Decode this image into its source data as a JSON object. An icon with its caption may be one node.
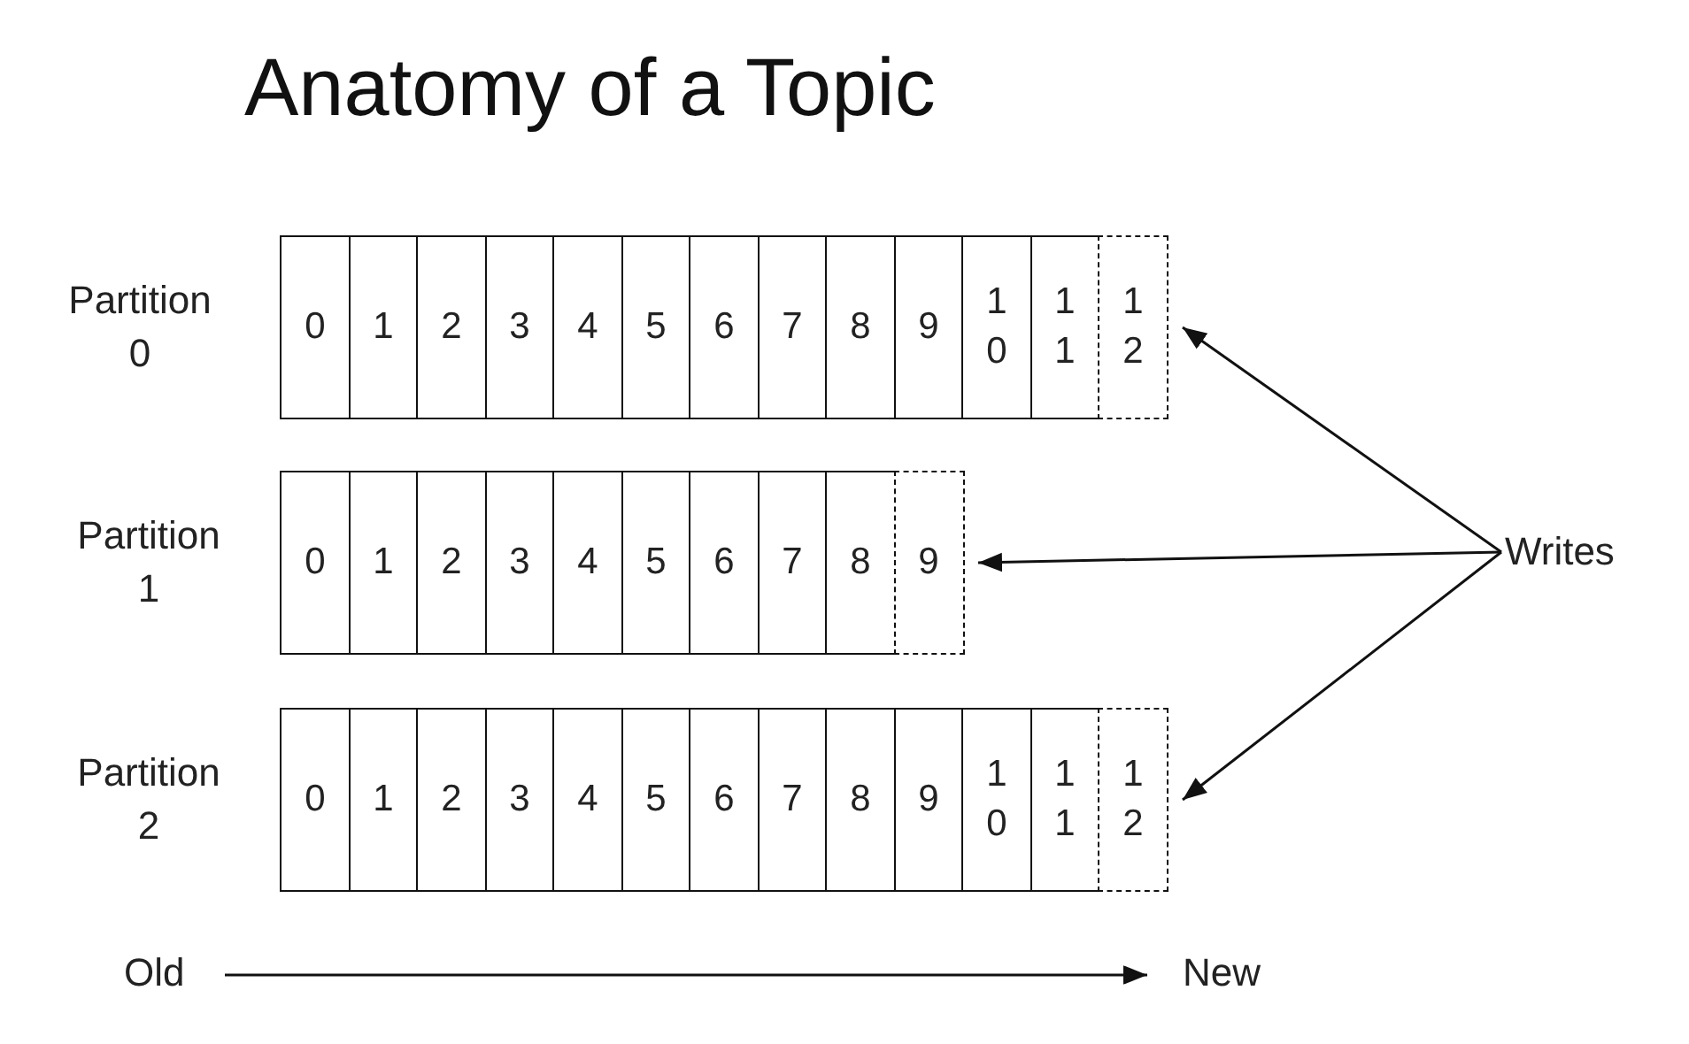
{
  "diagram": {
    "title": "Anatomy of a Topic",
    "nodes": [
      {
        "text": [
          "Partition 0"
        ]
      },
      {
        "text": [
          "0"
        ],
        "in": 0
      },
      {
        "text": [
          "1"
        ],
        "in": 0
      },
      {
        "text": [
          "2"
        ],
        "in": 0
      },
      {
        "text": [
          "3"
        ],
        "in": 0
      },
      {
        "text": [
          "4"
        ],
        "in": 0
      },
      {
        "text": [
          "5"
        ],
        "in": 0
      },
      {
        "text": [
          "6"
        ],
        "in": 0
      },
      {
        "text": [
          "7"
        ],
        "in": 0
      },
      {
        "text": [
          "8"
        ],
        "in": 0
      },
      {
        "text": [
          "9"
        ],
        "in": 0
      },
      {
        "text": [
          "10"
        ],
        "in": 0
      },
      {
        "text": [
          "11"
        ],
        "in": 0
      },
      {
        "text": [
          "12"
        ],
        "in": 0
      },
      {
        "text": [
          "Partition 1"
        ]
      },
      {
        "text": [
          "0"
        ],
        "in": 14
      },
      {
        "text": [
          "1"
        ],
        "in": 14
      },
      {
        "text": [
          "2"
        ],
        "in": 14
      },
      {
        "text": [
          "3"
        ],
        "in": 14
      },
      {
        "text": [
          "4"
        ],
        "in": 14
      },
      {
        "text": [
          "5"
        ],
        "in": 14
      },
      {
        "text": [
          "6"
        ],
        "in": 14
      },
      {
        "text": [
          "7"
        ],
        "in": 14
      },
      {
        "text": [
          "8"
        ],
        "in": 14
      },
      {
        "text": [
          "9"
        ],
        "in": 14
      },
      {
        "text": [
          "Partition 2"
        ]
      },
      {
        "text": [
          "0"
        ],
        "in": 25
      },
      {
        "text": [
          "1"
        ],
        "in": 25
      },
      {
        "text": [
          "2"
        ],
        "in": 25
      },
      {
        "text": [
          "3"
        ],
        "in": 25
      },
      {
        "text": [
          "4"
        ],
        "in": 25
      },
      {
        "text": [
          "5"
        ],
        "in": 25
      },
      {
        "text": [
          "6"
        ],
        "in": 25
      },
      {
        "text": [
          "7"
        ],
        "in": 25
      },
      {
        "text": [
          "8"
        ],
        "in": 25
      },
      {
        "text": [
          "9"
        ],
        "in": 25
      },
      {
        "text": [
          "10"
        ],
        "in": 25
      },
      {
        "text": [
          "11"
        ],
        "in": 25
      },
      {
        "text": [
          "12"
        ],
        "in": 25
      },
      {
        "text": [
          "Writes"
        ]
      }
    ],
    "edges": [
      {
        "from": 39,
        "to": 13,
        "arrow": "to"
      },
      {
        "from": 39,
        "to": 24,
        "arrow": "to"
      },
      {
        "from": 39,
        "to": 38,
        "arrow": "to"
      }
    ],
    "labels": [
      "Old",
      "New"
    ]
  }
}
